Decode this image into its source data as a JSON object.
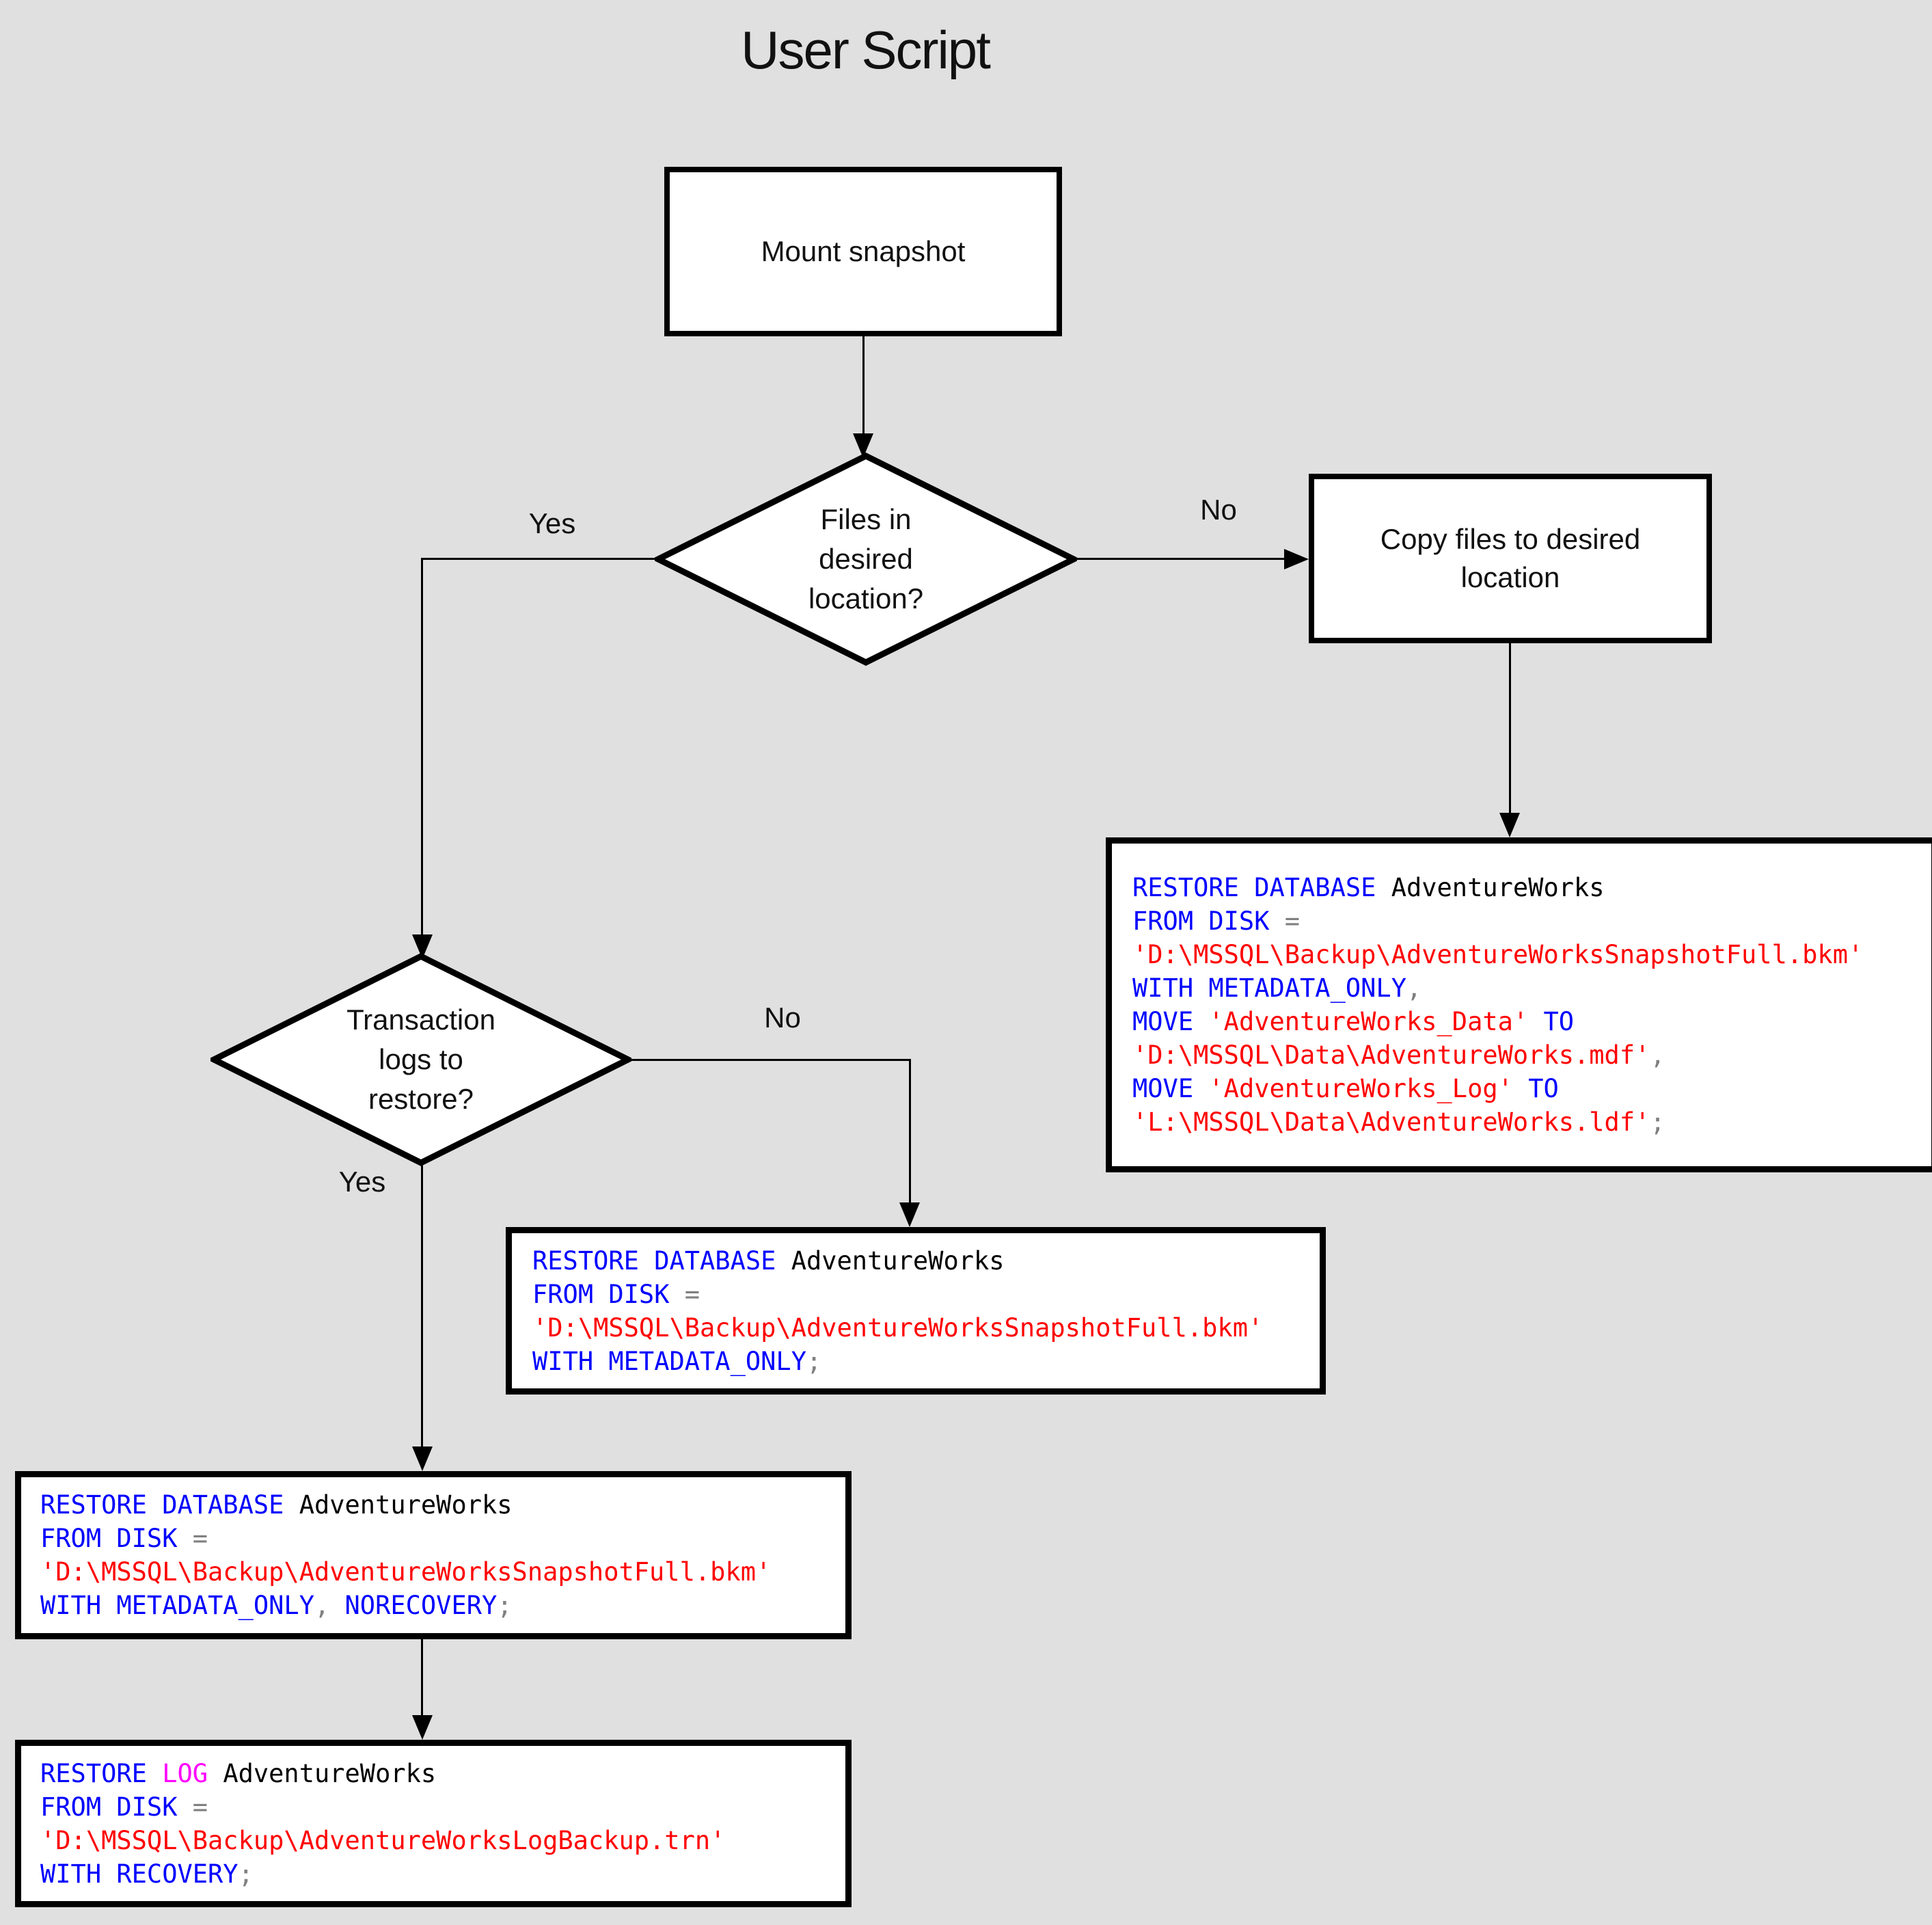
{
  "title": "User Script",
  "colors": {
    "background": "#e0e0e0",
    "node_fill": "#ffffff",
    "node_border": "#000000",
    "keyword": "#0000ff",
    "string": "#ff0000",
    "operator": "#808080",
    "identifier": "#000000",
    "special": "#ff00ff"
  },
  "nodes": {
    "mount": {
      "label": "Mount snapshot"
    },
    "decision_files": {
      "lines": [
        "Files in",
        "desired",
        "location?"
      ]
    },
    "copy": {
      "lines": [
        "Copy files to desired",
        "location"
      ]
    },
    "decision_logs": {
      "lines": [
        "Transaction",
        "logs to",
        "restore?"
      ]
    }
  },
  "edges": {
    "files_yes": {
      "label": "Yes"
    },
    "files_no": {
      "label": "No"
    },
    "logs_yes": {
      "label": "Yes"
    },
    "logs_no": {
      "label": "No"
    }
  },
  "code_boxes": {
    "restore_move": {
      "lines": [
        [
          {
            "text": "RESTORE DATABASE",
            "type": "keyword"
          },
          {
            "text": " AdventureWorks",
            "type": "identifier"
          }
        ],
        [
          {
            "text": "FROM DISK",
            "type": "keyword"
          },
          {
            "text": " =",
            "type": "operator"
          }
        ],
        [
          {
            "text": "'D:\\MSSQL\\Backup\\AdventureWorksSnapshotFull.bkm'",
            "type": "string"
          }
        ],
        [
          {
            "text": "WITH METADATA_ONLY",
            "type": "keyword"
          },
          {
            "text": ",",
            "type": "operator"
          }
        ],
        [
          {
            "text": "MOVE ",
            "type": "keyword"
          },
          {
            "text": "'AdventureWorks_Data'",
            "type": "string"
          },
          {
            "text": " TO",
            "type": "keyword"
          }
        ],
        [
          {
            "text": "'D:\\MSSQL\\Data\\AdventureWorks.mdf'",
            "type": "string"
          },
          {
            "text": ",",
            "type": "operator"
          }
        ],
        [
          {
            "text": "MOVE ",
            "type": "keyword"
          },
          {
            "text": "'AdventureWorks_Log'",
            "type": "string"
          },
          {
            "text": " TO",
            "type": "keyword"
          }
        ],
        [
          {
            "text": "'L:\\MSSQL\\Data\\AdventureWorks.ldf'",
            "type": "string"
          },
          {
            "text": ";",
            "type": "operator"
          }
        ]
      ]
    },
    "restore_metadata": {
      "lines": [
        [
          {
            "text": "RESTORE DATABASE",
            "type": "keyword"
          },
          {
            "text": " AdventureWorks",
            "type": "identifier"
          }
        ],
        [
          {
            "text": "FROM DISK",
            "type": "keyword"
          },
          {
            "text": " =",
            "type": "operator"
          }
        ],
        [
          {
            "text": "'D:\\MSSQL\\Backup\\AdventureWorksSnapshotFull.bkm'",
            "type": "string"
          }
        ],
        [
          {
            "text": "WITH METADATA_ONLY",
            "type": "keyword"
          },
          {
            "text": ";",
            "type": "operator"
          }
        ]
      ]
    },
    "restore_norecovery": {
      "lines": [
        [
          {
            "text": "RESTORE DATABASE",
            "type": "keyword"
          },
          {
            "text": " AdventureWorks",
            "type": "identifier"
          }
        ],
        [
          {
            "text": "FROM DISK",
            "type": "keyword"
          },
          {
            "text": " =",
            "type": "operator"
          }
        ],
        [
          {
            "text": "'D:\\MSSQL\\Backup\\AdventureWorksSnapshotFull.bkm'",
            "type": "string"
          }
        ],
        [
          {
            "text": "WITH METADATA_ONLY",
            "type": "keyword"
          },
          {
            "text": ", ",
            "type": "operator"
          },
          {
            "text": "NORECOVERY",
            "type": "keyword"
          },
          {
            "text": ";",
            "type": "operator"
          }
        ]
      ]
    },
    "restore_log": {
      "lines": [
        [
          {
            "text": "RESTORE ",
            "type": "keyword"
          },
          {
            "text": "LOG",
            "type": "special"
          },
          {
            "text": " AdventureWorks",
            "type": "identifier"
          }
        ],
        [
          {
            "text": "FROM DISK",
            "type": "keyword"
          },
          {
            "text": " =",
            "type": "operator"
          }
        ],
        [
          {
            "text": "'D:\\MSSQL\\Backup\\AdventureWorksLogBackup.trn'",
            "type": "string"
          }
        ],
        [
          {
            "text": "WITH RECOVERY",
            "type": "keyword"
          },
          {
            "text": ";",
            "type": "operator"
          }
        ]
      ]
    }
  }
}
